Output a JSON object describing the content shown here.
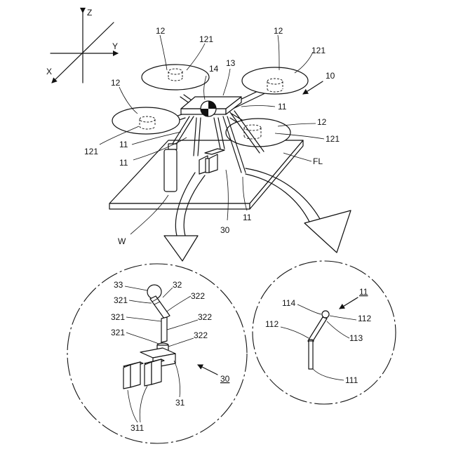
{
  "axes": {
    "z": "Z",
    "y": "Y",
    "x": "X"
  },
  "main_labels": {
    "rotor_a": "12",
    "rotor_b": "12",
    "rotor_c": "12",
    "rotor_d": "12",
    "motor_a": "121",
    "motor_b": "121",
    "motor_c": "121",
    "motor_d": "121",
    "body_top": "13",
    "center_mark": "14",
    "drone": "10",
    "leg_a": "11",
    "leg_b": "11",
    "leg_c": "11",
    "leg_d": "11",
    "floor": "FL",
    "workpiece": "W",
    "gripper": "30"
  },
  "detail_left": {
    "tip": "33",
    "joint": "32",
    "link1": "321",
    "link2": "321",
    "link3": "321",
    "seg1": "322",
    "seg2": "322",
    "seg3": "322",
    "base": "31",
    "fingers": "311",
    "ref": "30"
  },
  "detail_right": {
    "top": "114",
    "ref": "11",
    "joint_l": "112",
    "joint_r": "112",
    "foot": "113",
    "lower": "111"
  }
}
